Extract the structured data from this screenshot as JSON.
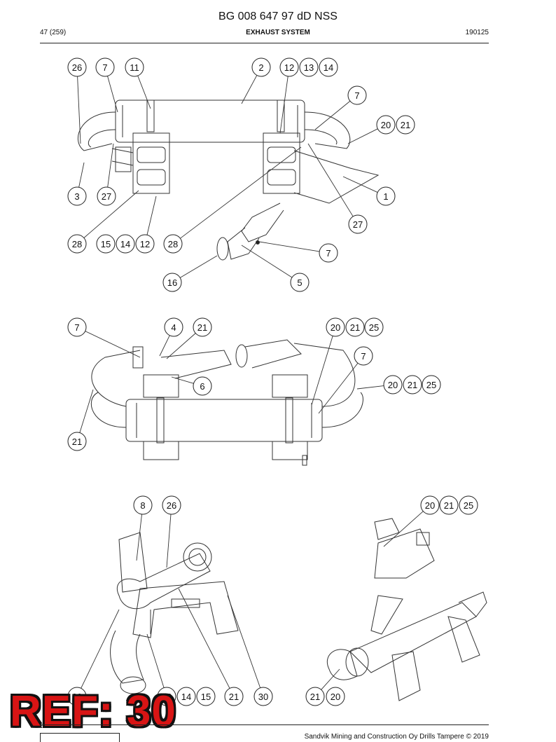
{
  "header": {
    "document_number": "BG 008 647 97 dD NSS",
    "page": "47 (259)",
    "section_title": "EXHAUST SYSTEM",
    "date_code": "190125"
  },
  "footer": {
    "copyright": "Sandvik Mining and Construction Oy Drills Tampere © 2019"
  },
  "stamp": {
    "text": "REF: 30",
    "color": "#d81414"
  },
  "callouts_view1": [
    "26",
    "7",
    "11",
    "2",
    "12",
    "13",
    "14",
    "7",
    "20",
    "21",
    "1",
    "3",
    "27",
    "28",
    "15",
    "14",
    "12",
    "28",
    "27",
    "7",
    "16",
    "5"
  ],
  "callouts_view2": [
    "7",
    "4",
    "21",
    "20",
    "21",
    "25",
    "7",
    "6",
    "20",
    "21",
    "25",
    "21"
  ],
  "callouts_view3": [
    "8",
    "26",
    "20",
    "21",
    "25",
    "29",
    "12",
    "14",
    "15",
    "21",
    "30",
    "21",
    "20"
  ]
}
